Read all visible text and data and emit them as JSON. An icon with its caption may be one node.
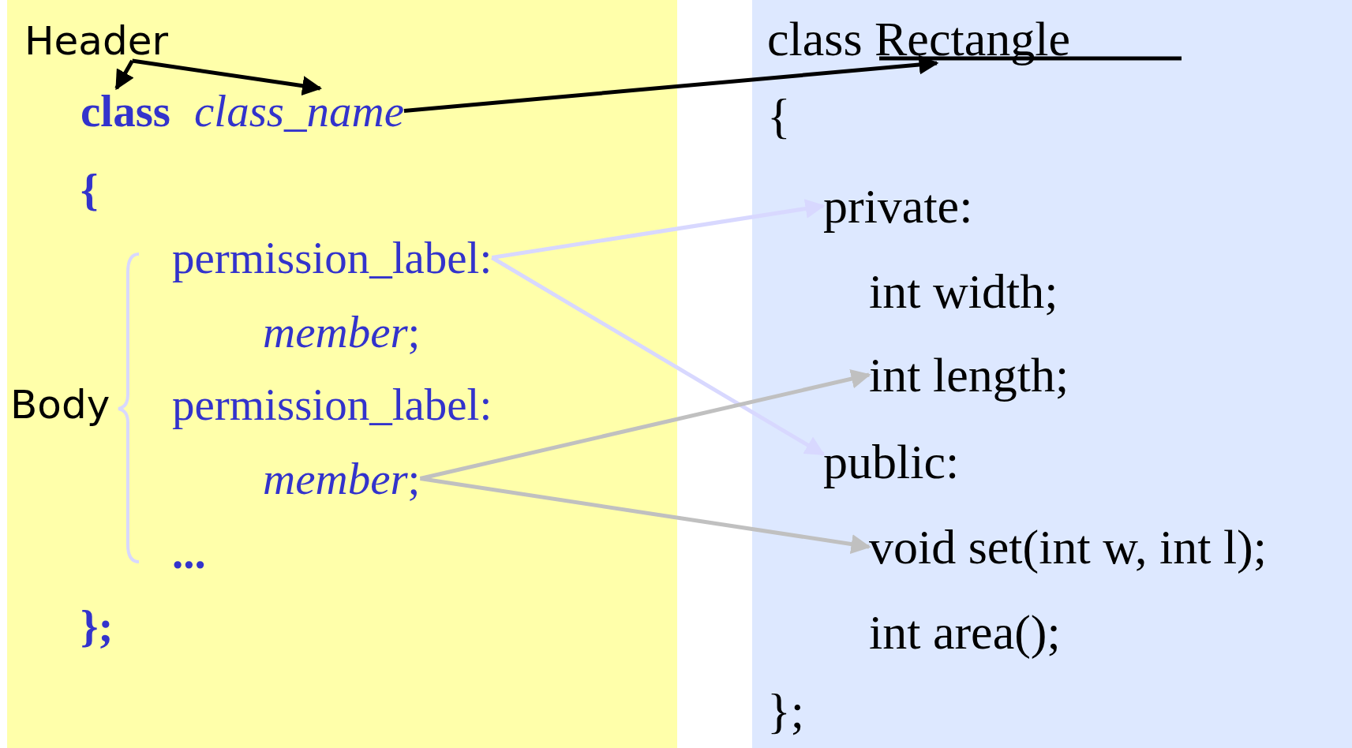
{
  "diagram": {
    "nodes": [
      {
        "text": [
          "Header"
        ]
      },
      {
        "text": [
          "class"
        ]
      },
      {
        "text": [
          "class_name"
        ]
      },
      {
        "text": [
          "permission_label:"
        ]
      },
      {
        "text": [
          "*member*;"
        ]
      },
      {
        "text": [
          "class Rectangle"
        ]
      },
      {
        "text": [
          "private:"
        ]
      },
      {
        "text": [
          "int length;"
        ]
      },
      {
        "text": [
          "public:"
        ]
      },
      {
        "text": [
          "void set(int w, int l);"
        ]
      }
    ],
    "edges": [
      {
        "from": 0,
        "to": 1,
        "arrow": "to"
      },
      {
        "from": 0,
        "to": 2,
        "arrow": "to"
      },
      {
        "from": 2,
        "to": 5,
        "arrow": "to"
      },
      {
        "from": 3,
        "to": 6,
        "arrow": "to",
        "color": "#d8d8ff"
      },
      {
        "from": 3,
        "to": 8,
        "arrow": "to",
        "color": "#d8d8ff"
      },
      {
        "from": 4,
        "to": 7,
        "arrow": "to",
        "color": "#c0c0c0"
      },
      {
        "from": 4,
        "to": 9,
        "arrow": "to",
        "color": "#c0c0c0"
      }
    ],
    "labels": [
      "{",
      "*member*;",
      "Body",
      "permission_label:",
      "...",
      "};",
      "{",
      "int width;",
      "int area();",
      "};"
    ]
  }
}
